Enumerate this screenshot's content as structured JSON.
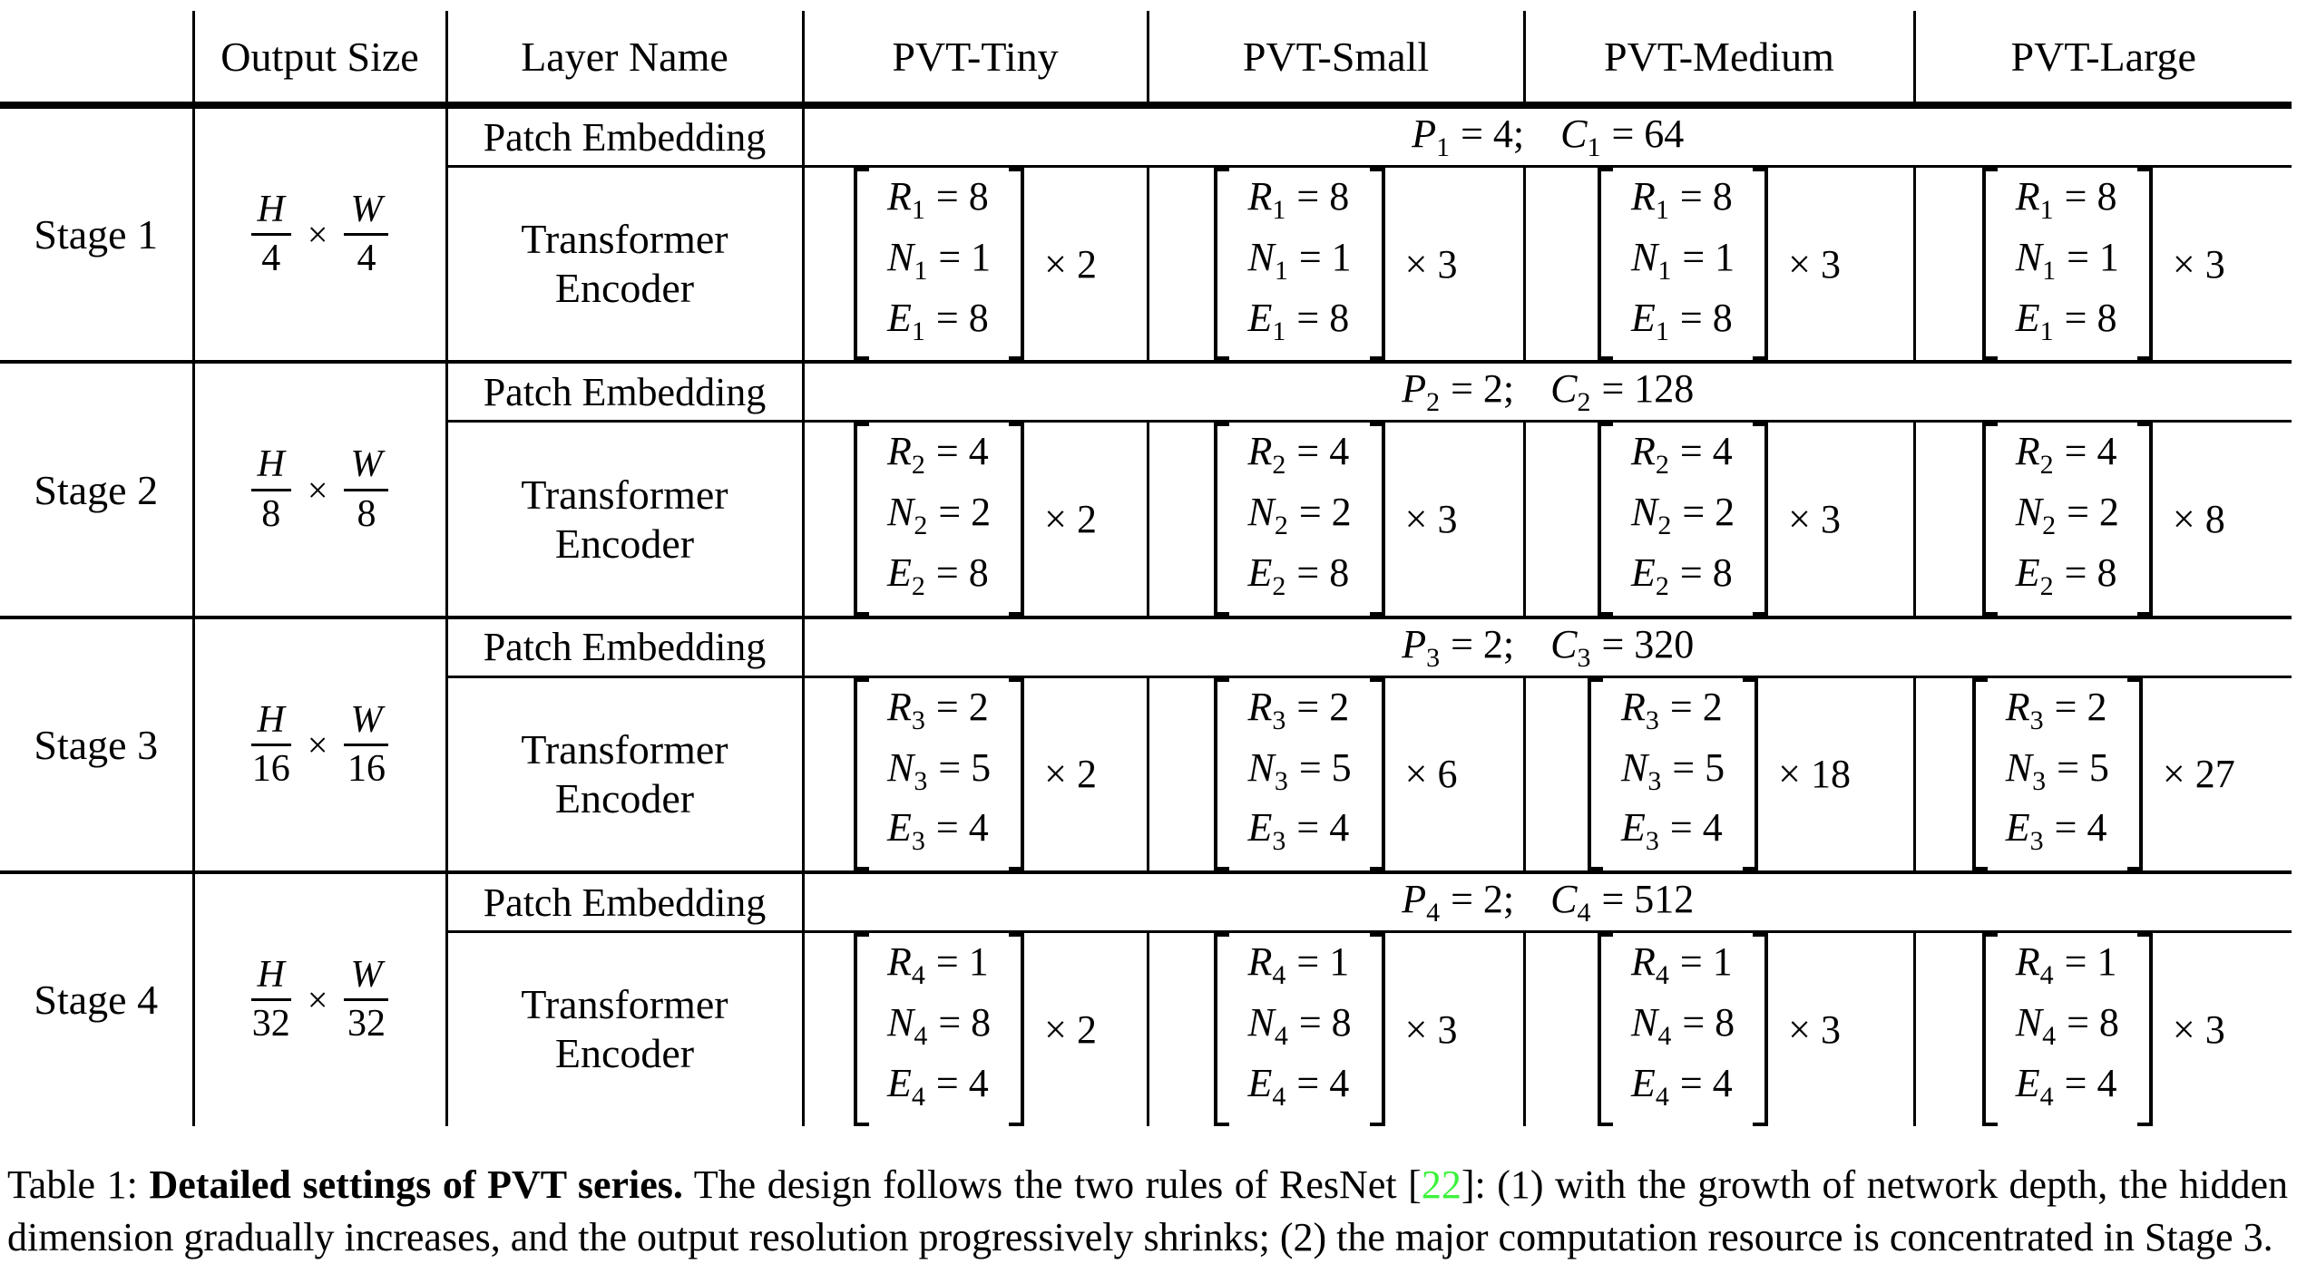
{
  "table": {
    "headers": [
      "",
      "Output Size",
      "Layer Name",
      "PVT-Tiny",
      "PVT-Small",
      "PVT-Medium",
      "PVT-Large"
    ],
    "stages": [
      {
        "label": "Stage 1",
        "output": {
          "num1": "H",
          "den1": "4",
          "times": "×",
          "num2": "W",
          "den2": "4"
        },
        "patch_label": "Patch Embedding",
        "patch_value": {
          "v1": "P",
          "s1": "1",
          "r1": "= 4;",
          "v2": "C",
          "s2": "1",
          "r2": "= 64"
        },
        "encoder_label": {
          "line1": "Transformer",
          "line2": "Encoder"
        },
        "encoders": [
          {
            "lines": [
              {
                "v": "R",
                "s": "1",
                "r": "= 8"
              },
              {
                "v": "N",
                "s": "1",
                "r": "= 1"
              },
              {
                "v": "E",
                "s": "1",
                "r": "= 8"
              }
            ],
            "mult": "× 2"
          },
          {
            "lines": [
              {
                "v": "R",
                "s": "1",
                "r": "= 8"
              },
              {
                "v": "N",
                "s": "1",
                "r": "= 1"
              },
              {
                "v": "E",
                "s": "1",
                "r": "= 8"
              }
            ],
            "mult": "× 3"
          },
          {
            "lines": [
              {
                "v": "R",
                "s": "1",
                "r": "= 8"
              },
              {
                "v": "N",
                "s": "1",
                "r": "= 1"
              },
              {
                "v": "E",
                "s": "1",
                "r": "= 8"
              }
            ],
            "mult": "× 3"
          },
          {
            "lines": [
              {
                "v": "R",
                "s": "1",
                "r": "= 8"
              },
              {
                "v": "N",
                "s": "1",
                "r": "= 1"
              },
              {
                "v": "E",
                "s": "1",
                "r": "= 8"
              }
            ],
            "mult": "× 3"
          }
        ]
      },
      {
        "label": "Stage 2",
        "output": {
          "num1": "H",
          "den1": "8",
          "times": "×",
          "num2": "W",
          "den2": "8"
        },
        "patch_label": "Patch Embedding",
        "patch_value": {
          "v1": "P",
          "s1": "2",
          "r1": "= 2;",
          "v2": "C",
          "s2": "2",
          "r2": "= 128"
        },
        "encoder_label": {
          "line1": "Transformer",
          "line2": "Encoder"
        },
        "encoders": [
          {
            "lines": [
              {
                "v": "R",
                "s": "2",
                "r": "= 4"
              },
              {
                "v": "N",
                "s": "2",
                "r": "= 2"
              },
              {
                "v": "E",
                "s": "2",
                "r": "= 8"
              }
            ],
            "mult": "× 2"
          },
          {
            "lines": [
              {
                "v": "R",
                "s": "2",
                "r": "= 4"
              },
              {
                "v": "N",
                "s": "2",
                "r": "= 2"
              },
              {
                "v": "E",
                "s": "2",
                "r": "= 8"
              }
            ],
            "mult": "× 3"
          },
          {
            "lines": [
              {
                "v": "R",
                "s": "2",
                "r": "= 4"
              },
              {
                "v": "N",
                "s": "2",
                "r": "= 2"
              },
              {
                "v": "E",
                "s": "2",
                "r": "= 8"
              }
            ],
            "mult": "× 3"
          },
          {
            "lines": [
              {
                "v": "R",
                "s": "2",
                "r": "= 4"
              },
              {
                "v": "N",
                "s": "2",
                "r": "= 2"
              },
              {
                "v": "E",
                "s": "2",
                "r": "= 8"
              }
            ],
            "mult": "× 8"
          }
        ]
      },
      {
        "label": "Stage 3",
        "output": {
          "num1": "H",
          "den1": "16",
          "times": "×",
          "num2": "W",
          "den2": "16"
        },
        "patch_label": "Patch Embedding",
        "patch_value": {
          "v1": "P",
          "s1": "3",
          "r1": "= 2;",
          "v2": "C",
          "s2": "3",
          "r2": "= 320"
        },
        "encoder_label": {
          "line1": "Transformer",
          "line2": "Encoder"
        },
        "encoders": [
          {
            "lines": [
              {
                "v": "R",
                "s": "3",
                "r": "= 2"
              },
              {
                "v": "N",
                "s": "3",
                "r": "= 5"
              },
              {
                "v": "E",
                "s": "3",
                "r": "= 4"
              }
            ],
            "mult": "× 2"
          },
          {
            "lines": [
              {
                "v": "R",
                "s": "3",
                "r": "= 2"
              },
              {
                "v": "N",
                "s": "3",
                "r": "= 5"
              },
              {
                "v": "E",
                "s": "3",
                "r": "= 4"
              }
            ],
            "mult": "× 6"
          },
          {
            "lines": [
              {
                "v": "R",
                "s": "3",
                "r": "= 2"
              },
              {
                "v": "N",
                "s": "3",
                "r": "= 5"
              },
              {
                "v": "E",
                "s": "3",
                "r": "= 4"
              }
            ],
            "mult": "× 18"
          },
          {
            "lines": [
              {
                "v": "R",
                "s": "3",
                "r": "= 2"
              },
              {
                "v": "N",
                "s": "3",
                "r": "= 5"
              },
              {
                "v": "E",
                "s": "3",
                "r": "= 4"
              }
            ],
            "mult": "× 27"
          }
        ]
      },
      {
        "label": "Stage 4",
        "output": {
          "num1": "H",
          "den1": "32",
          "times": "×",
          "num2": "W",
          "den2": "32"
        },
        "patch_label": "Patch Embedding",
        "patch_value": {
          "v1": "P",
          "s1": "4",
          "r1": "= 2;",
          "v2": "C",
          "s2": "4",
          "r2": "= 512"
        },
        "encoder_label": {
          "line1": "Transformer",
          "line2": "Encoder"
        },
        "encoders": [
          {
            "lines": [
              {
                "v": "R",
                "s": "4",
                "r": "= 1"
              },
              {
                "v": "N",
                "s": "4",
                "r": "= 8"
              },
              {
                "v": "E",
                "s": "4",
                "r": "= 4"
              }
            ],
            "mult": "× 2"
          },
          {
            "lines": [
              {
                "v": "R",
                "s": "4",
                "r": "= 1"
              },
              {
                "v": "N",
                "s": "4",
                "r": "= 8"
              },
              {
                "v": "E",
                "s": "4",
                "r": "= 4"
              }
            ],
            "mult": "× 3"
          },
          {
            "lines": [
              {
                "v": "R",
                "s": "4",
                "r": "= 1"
              },
              {
                "v": "N",
                "s": "4",
                "r": "= 8"
              },
              {
                "v": "E",
                "s": "4",
                "r": "= 4"
              }
            ],
            "mult": "× 3"
          },
          {
            "lines": [
              {
                "v": "R",
                "s": "4",
                "r": "= 1"
              },
              {
                "v": "N",
                "s": "4",
                "r": "= 8"
              },
              {
                "v": "E",
                "s": "4",
                "r": "= 4"
              }
            ],
            "mult": "× 3"
          }
        ]
      }
    ]
  },
  "caption": {
    "prefix": "Table 1: ",
    "bold": "Detailed settings of PVT series.",
    "pre_cite": " The design follows the two rules of ResNet [",
    "cite": "22",
    "post_cite": "]: (1) with the growth of network depth, the hidden dimension gradually increases, and the output resolution progressively shrinks; (2) the major computation resource is concentrated in Stage 3.",
    "cite_color": "#3BF23B"
  }
}
